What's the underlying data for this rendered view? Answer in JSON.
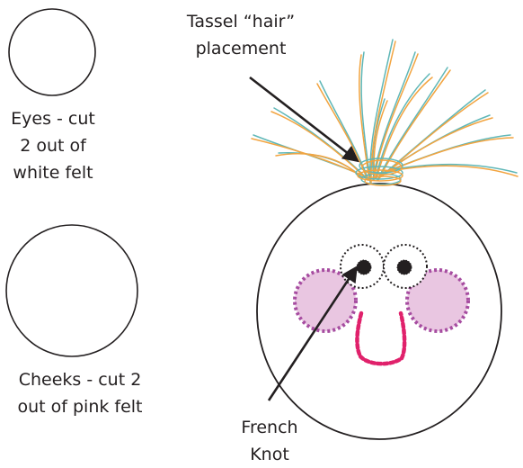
{
  "labels": {
    "eyes": [
      "Eyes - cut",
      "2 out of",
      "white felt"
    ],
    "cheeks": [
      "Cheeks - cut 2",
      "out of pink felt"
    ],
    "tassel": [
      "Tassel “hair”",
      "placement"
    ],
    "french_knot": [
      "French",
      "Knot"
    ]
  },
  "colors": {
    "outline": "#231f20",
    "cheek_fill": "#e9c6e1",
    "cheek_stitch": "#a64ca0",
    "mouth_stitch": "#e0216b",
    "tassel_teal": "#5fb7b7",
    "tassel_orange": "#f2a440"
  }
}
